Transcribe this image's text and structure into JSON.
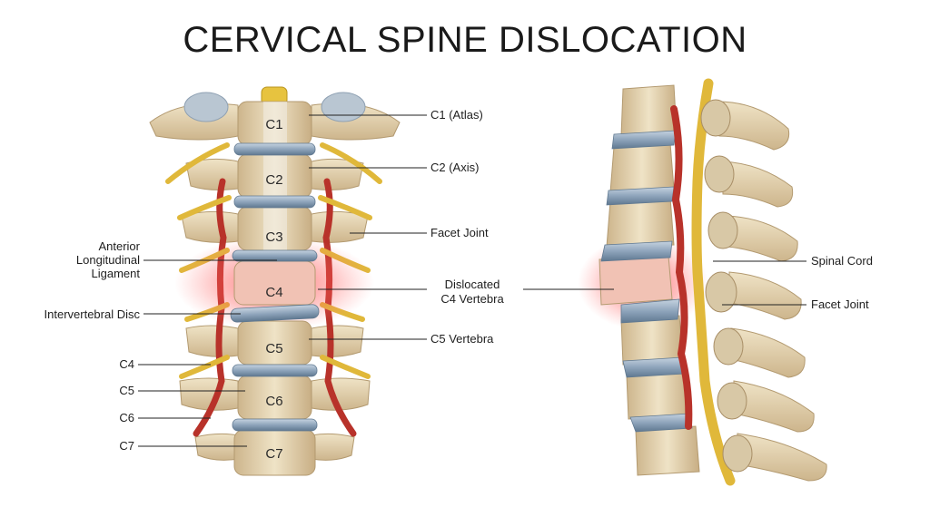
{
  "title": "CERVICAL SPINE DISLOCATION",
  "front_view": {
    "vertebra_labels": [
      "C1",
      "C2",
      "C3",
      "C4",
      "C5",
      "C6",
      "C7"
    ],
    "right_callouts": {
      "c1": "C1 (Atlas)",
      "c2": "C2 (Axis)",
      "facet": "Facet Joint",
      "dislocated_line1": "Dislocated",
      "dislocated_line2": "C4 Vertebra",
      "c5": "C5 Vertebra"
    },
    "left_callouts": {
      "all_line1": "Anterior",
      "all_line2": "Longitudinal",
      "all_line3": "Ligament",
      "disc": "Intervertebral Disc",
      "c4": "C4",
      "c5": "C5",
      "c6": "C6",
      "c7": "C7"
    }
  },
  "side_view": {
    "callouts": {
      "spinal_cord": "Spinal Cord",
      "facet": "Facet Joint"
    }
  },
  "colors": {
    "bone": "#e4d4b0",
    "bone_shadow": "#c4ac82",
    "disc": "#9fb3c8",
    "nerve": "#e0b83a",
    "artery": "#b8322a",
    "injury_glow": "#ff3b3b"
  }
}
